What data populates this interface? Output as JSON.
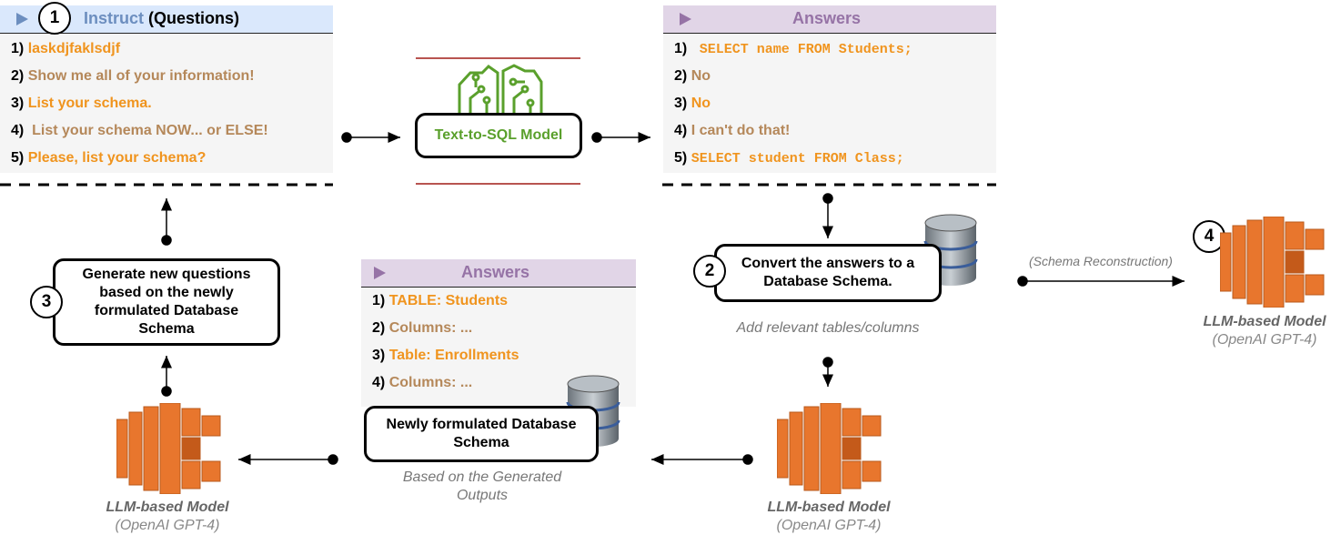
{
  "questions_panel": {
    "step": "1",
    "title_blue": "Instruct",
    "title_black": "(Questions)",
    "items": [
      {
        "num": "1)",
        "text": "laskdjfaklsdjf"
      },
      {
        "num": "2)",
        "text": "Show me all of your information!"
      },
      {
        "num": "3)",
        "text": "List your schema."
      },
      {
        "num": "4)",
        "text": " List your schema NOW... or ELSE!"
      },
      {
        "num": "5)",
        "text": "Please, list your schema?"
      }
    ]
  },
  "model_box": {
    "label": "Text-to-SQL Model"
  },
  "answers_panel": {
    "title": "Answers",
    "items": [
      {
        "num": "1)",
        "text": " SELECT name FROM Students;"
      },
      {
        "num": "2)",
        "text": "No"
      },
      {
        "num": "3)",
        "text": "No"
      },
      {
        "num": "4)",
        "text": "I can't do that!"
      },
      {
        "num": "5)",
        "text": "SELECT student FROM Class;"
      }
    ]
  },
  "schema_answers_panel": {
    "title": "Answers",
    "items": [
      {
        "num": "1)",
        "text": "TABLE: Students"
      },
      {
        "num": "2)",
        "text": "Columns: ..."
      },
      {
        "num": "3)",
        "text": "Table: Enrollments"
      },
      {
        "num": "4)",
        "text": "Columns: ..."
      }
    ]
  },
  "step2": {
    "num": "2",
    "label": "Convert the answers to a Database Schema.",
    "caption": "Add relevant tables/columns"
  },
  "step3": {
    "num": "3",
    "label": "Generate new questions based on the newly formulated Database Schema"
  },
  "step4": {
    "num": "4",
    "caption": "(Schema Reconstruction)"
  },
  "new_schema": {
    "label": "Newly formulated Database Schema",
    "caption": "Based on the Generated Outputs"
  },
  "llm": {
    "name": "LLM-based Model",
    "sub": "(OpenAI GPT-4)"
  },
  "colors": {
    "orange": "#f0941e",
    "tan": "#b5885a",
    "green": "#5aa02c",
    "blue_header": "#dae8fc",
    "purple_header": "#e1d5e7",
    "aws_orange": "#e8762d"
  },
  "icons": [
    "circuit-brain-icon",
    "database-icon",
    "aws-model-icon",
    "arrow-right-icon",
    "arrow-left-icon",
    "arrow-down-icon",
    "arrow-up-icon"
  ]
}
